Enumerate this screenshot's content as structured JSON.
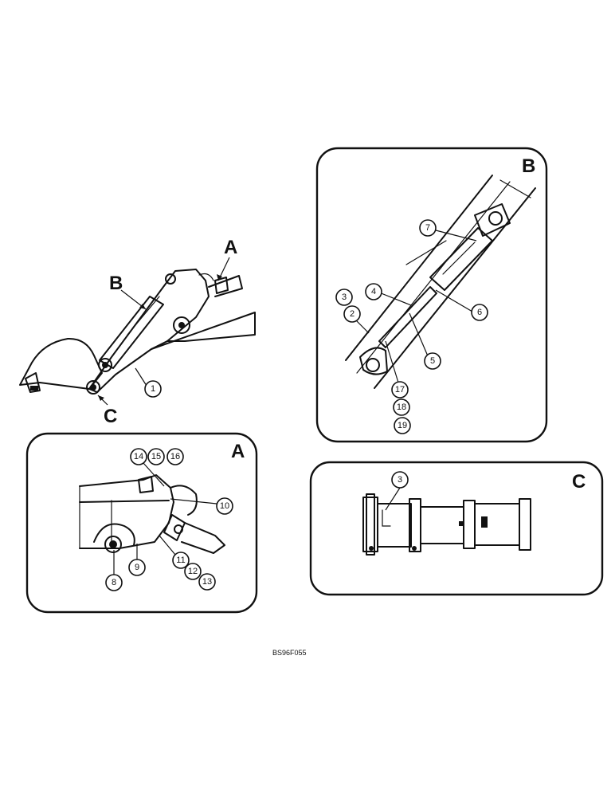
{
  "figure_ref": "BS96F055",
  "views": {
    "overview": {
      "label_A": "A",
      "label_B": "B",
      "label_C": "C"
    },
    "detail_A": {
      "label": "A"
    },
    "detail_B": {
      "label": "B"
    },
    "detail_C": {
      "label": "C"
    }
  },
  "callouts": {
    "overview": [
      "1"
    ],
    "detail_A": [
      "14",
      "15",
      "16",
      "10",
      "11",
      "12",
      "13",
      "8",
      "9"
    ],
    "detail_B": [
      "7",
      "3",
      "2",
      "4",
      "6",
      "5",
      "17",
      "18",
      "19"
    ],
    "detail_C": [
      "3"
    ]
  }
}
